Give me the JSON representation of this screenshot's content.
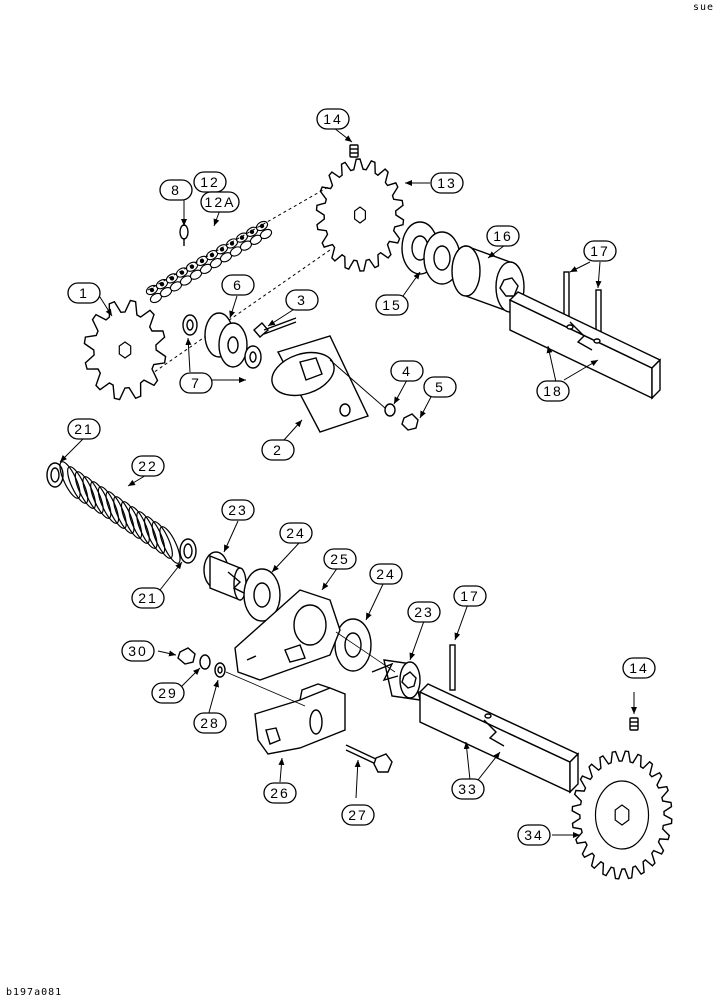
{
  "corner_code": "sue",
  "figure_id": "b197a081",
  "callouts": [
    {
      "id": "c1",
      "text": "1"
    },
    {
      "id": "c2",
      "text": "2"
    },
    {
      "id": "c3",
      "text": "3"
    },
    {
      "id": "c4",
      "text": "4"
    },
    {
      "id": "c5",
      "text": "5"
    },
    {
      "id": "c6",
      "text": "6"
    },
    {
      "id": "c7",
      "text": "7"
    },
    {
      "id": "c8",
      "text": "8"
    },
    {
      "id": "c12",
      "text": "12"
    },
    {
      "id": "c12a",
      "text": "12A"
    },
    {
      "id": "c13",
      "text": "13"
    },
    {
      "id": "c14a",
      "text": "14"
    },
    {
      "id": "c14b",
      "text": "14"
    },
    {
      "id": "c15",
      "text": "15"
    },
    {
      "id": "c16",
      "text": "16"
    },
    {
      "id": "c17a",
      "text": "17"
    },
    {
      "id": "c17b",
      "text": "17"
    },
    {
      "id": "c18",
      "text": "18"
    },
    {
      "id": "c21a",
      "text": "21"
    },
    {
      "id": "c21b",
      "text": "21"
    },
    {
      "id": "c22",
      "text": "22"
    },
    {
      "id": "c23a",
      "text": "23"
    },
    {
      "id": "c23b",
      "text": "23"
    },
    {
      "id": "c24a",
      "text": "24"
    },
    {
      "id": "c24b",
      "text": "24"
    },
    {
      "id": "c25",
      "text": "25"
    },
    {
      "id": "c26",
      "text": "26"
    },
    {
      "id": "c27",
      "text": "27"
    },
    {
      "id": "c28",
      "text": "28"
    },
    {
      "id": "c29",
      "text": "29"
    },
    {
      "id": "c30",
      "text": "30"
    },
    {
      "id": "c33",
      "text": "33"
    },
    {
      "id": "c34",
      "text": "34"
    }
  ]
}
